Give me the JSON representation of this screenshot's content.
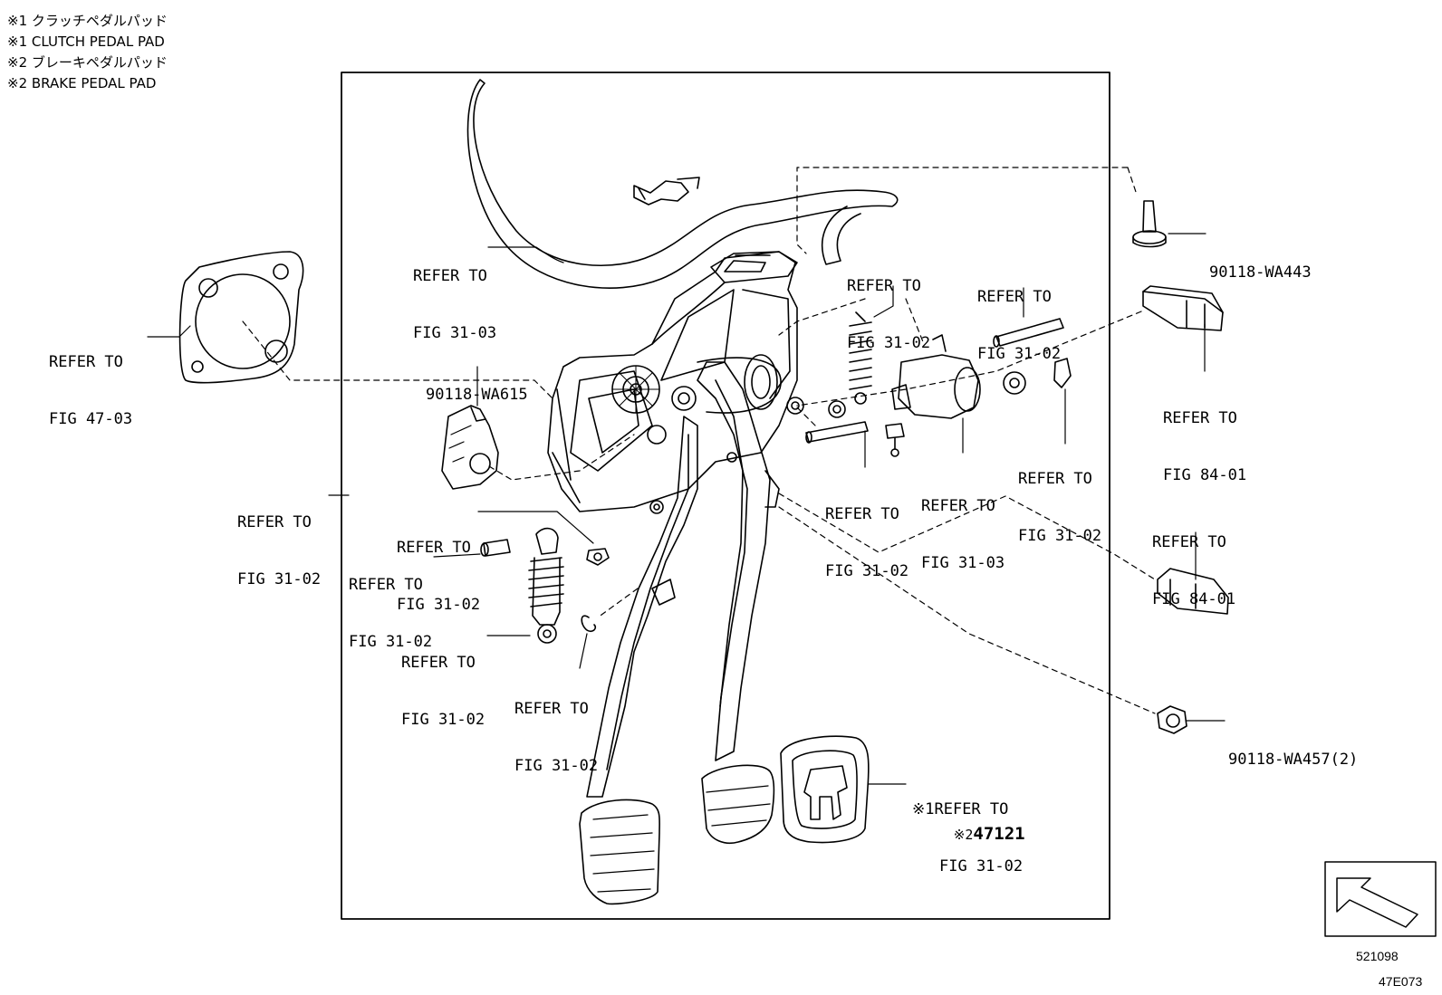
{
  "notes": [
    "※1 クラッチペダルパッド",
    "※1 CLUTCH PEDAL PAD",
    "※2 ブレーキペダルパッド",
    "※2 BRAKE PEDAL PAD"
  ],
  "callouts": {
    "c01": [
      "REFER TO",
      "FIG 31-03"
    ],
    "c02": [
      "REFER TO",
      "FIG 47-03"
    ],
    "c03": [
      "90118-WA615"
    ],
    "c04": [
      "REFER TO",
      "FIG 31-02"
    ],
    "c05": [
      "REFER TO",
      "FIG 31-02"
    ],
    "c06": [
      "REFER TO",
      "FIG 31-02"
    ],
    "c07": [
      "REFER TO",
      "FIG 31-02"
    ],
    "c08": [
      "REFER TO",
      "FIG 31-02"
    ],
    "c09": [
      "REFER TO",
      "FIG 31-02"
    ],
    "c10": [
      "REFER TO",
      "FIG 31-02"
    ],
    "c11": [
      "REFER TO",
      "FIG 31-02"
    ],
    "c12": [
      "REFER TO",
      "FIG 31-02"
    ],
    "c13": [
      "REFER TO",
      "FIG 31-03"
    ],
    "c14": [
      "REFER TO",
      "FIG 31-02"
    ],
    "c15": [
      "90118-WA443"
    ],
    "c16": [
      "REFER TO",
      "FIG 84-01"
    ],
    "c17": [
      "REFER TO",
      "FIG 84-01"
    ],
    "c18": [
      "90118-WA457(2)"
    ]
  },
  "pad_callout": {
    "mark1": "※1",
    "line1": "REFER TO",
    "line2": "FIG 31-02",
    "mark2": "※2",
    "part_no": "47121"
  },
  "orientation_arrow_icon": "front-direction-arrow",
  "footer": {
    "code1": "521098",
    "code2": "47E073"
  }
}
